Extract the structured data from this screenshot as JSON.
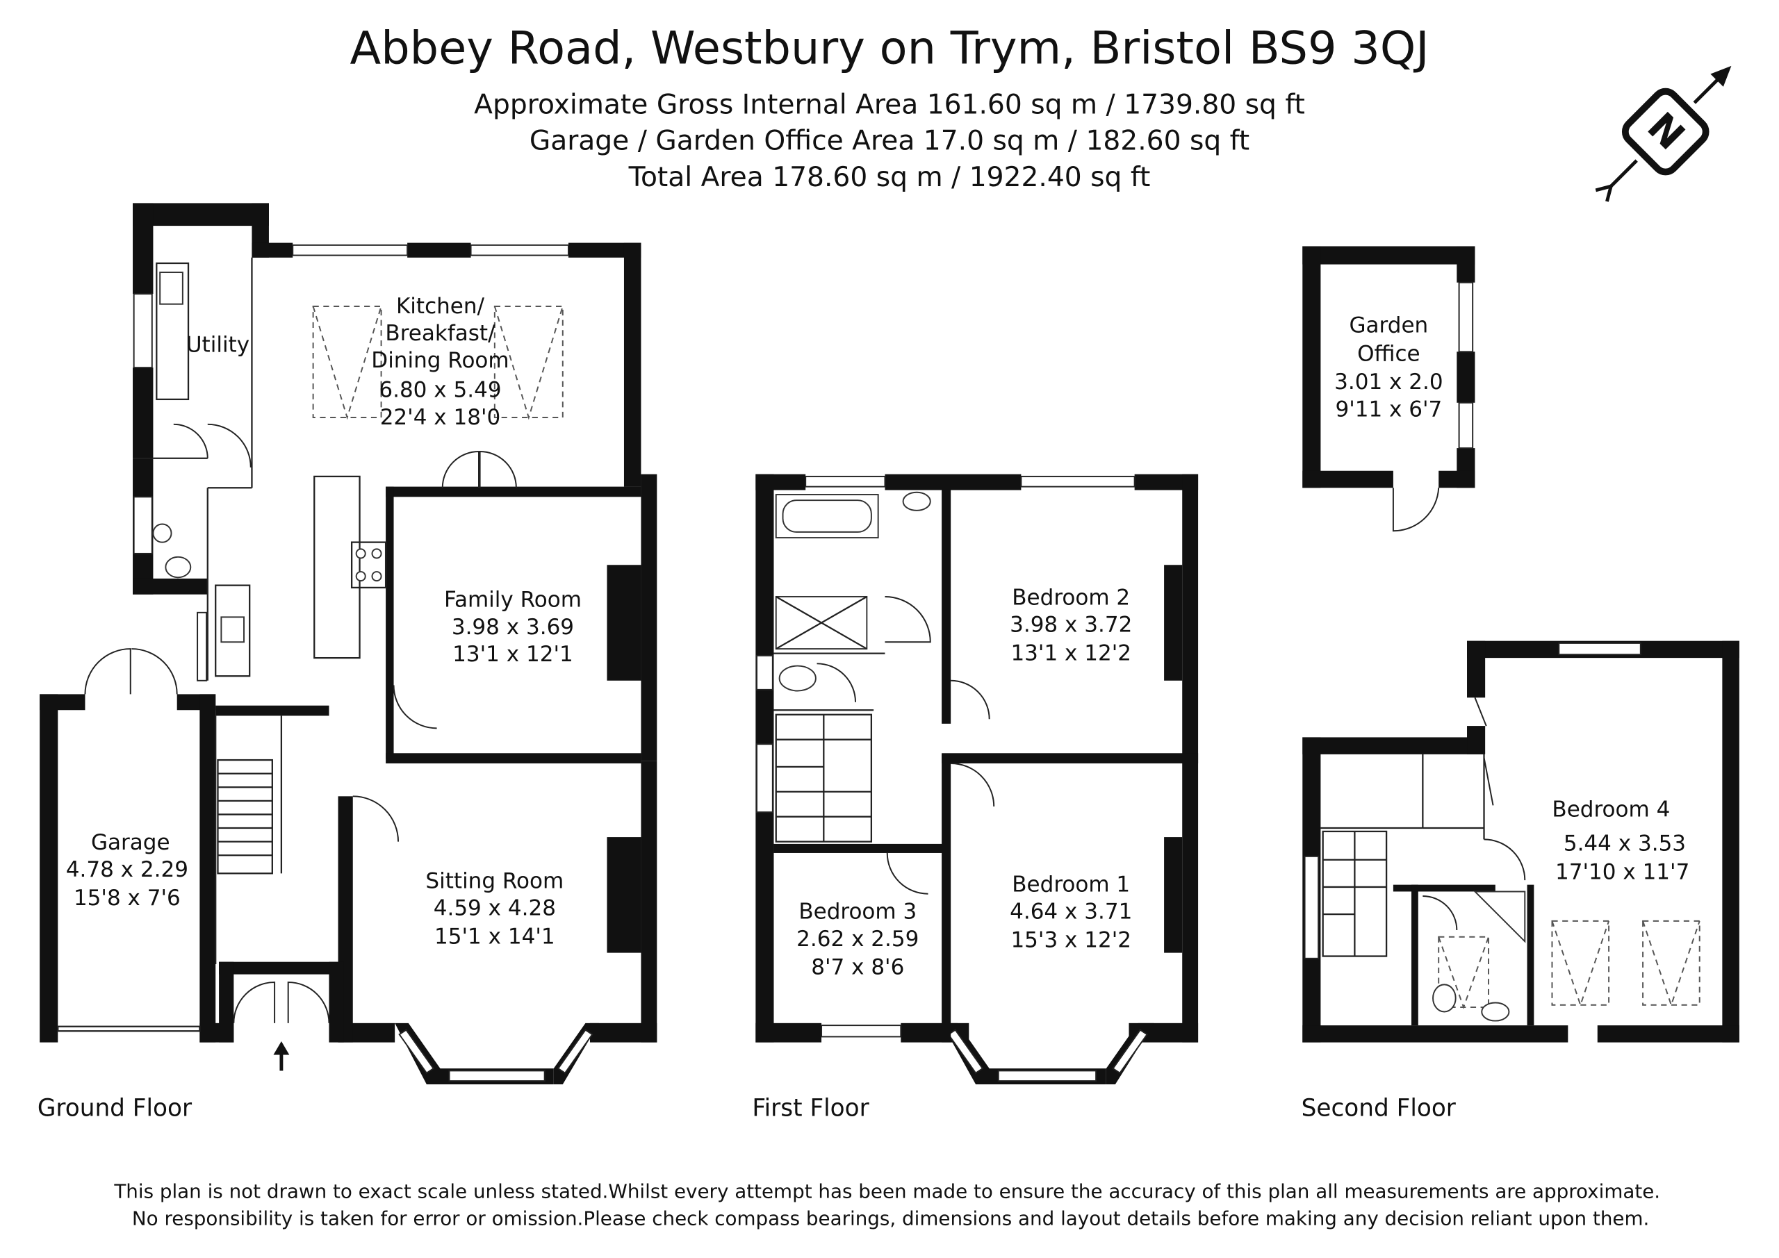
{
  "header": {
    "title": "Abbey Road, Westbury on Trym, Bristol BS9 3QJ",
    "area_lines": [
      "Approximate Gross Internal Area 161.60 sq m / 1739.80 sq ft",
      "Garage / Garden Office Area 17.0 sq m / 182.60 sq ft",
      "Total Area 178.60 sq m / 1922.40 sq ft"
    ]
  },
  "compass": {
    "icon": "north-compass-icon",
    "letter": "N"
  },
  "floors": {
    "ground": {
      "label": "Ground Floor",
      "rooms": {
        "kitchen": {
          "name_lines": [
            "Kitchen/",
            "Breakfast/",
            "Dining Room"
          ],
          "metric": "6.80 x 5.49",
          "imperial": "22'4 x 18'0"
        },
        "utility": {
          "name": "Utility"
        },
        "family": {
          "name": "Family Room",
          "metric": "3.98 x 3.69",
          "imperial": "13'1 x 12'1"
        },
        "sitting": {
          "name": "Sitting Room",
          "metric": "4.59 x 4.28",
          "imperial": "15'1 x 14'1"
        },
        "garage": {
          "name": "Garage",
          "metric": "4.78 x 2.29",
          "imperial": "15'8 x 7'6"
        }
      }
    },
    "first": {
      "label": "First Floor",
      "rooms": {
        "bedroom2": {
          "name": "Bedroom 2",
          "metric": "3.98 x 3.72",
          "imperial": "13'1 x 12'2"
        },
        "bedroom1": {
          "name": "Bedroom 1",
          "metric": "4.64 x 3.71",
          "imperial": "15'3 x 12'2"
        },
        "bedroom3": {
          "name": "Bedroom 3",
          "metric": "2.62 x 2.59",
          "imperial": "8'7 x 8'6"
        }
      }
    },
    "second": {
      "label": "Second Floor",
      "rooms": {
        "bedroom4": {
          "name": "Bedroom 4",
          "metric": "5.44 x 3.53",
          "imperial": "17'10 x 11'7"
        }
      }
    },
    "outbuilding": {
      "rooms": {
        "office": {
          "name_lines": [
            "Garden",
            "Office"
          ],
          "metric": "3.01 x 2.0",
          "imperial": "9'11 x 6'7"
        }
      }
    }
  },
  "disclaimer": [
    "This plan is not drawn to exact scale unless stated.Whilst every attempt has been made to ensure the accuracy of this plan all measurements are approximate.",
    "No responsibility is taken for error or omission.Please check compass bearings, dimensions and layout details before making any decision reliant upon them."
  ]
}
